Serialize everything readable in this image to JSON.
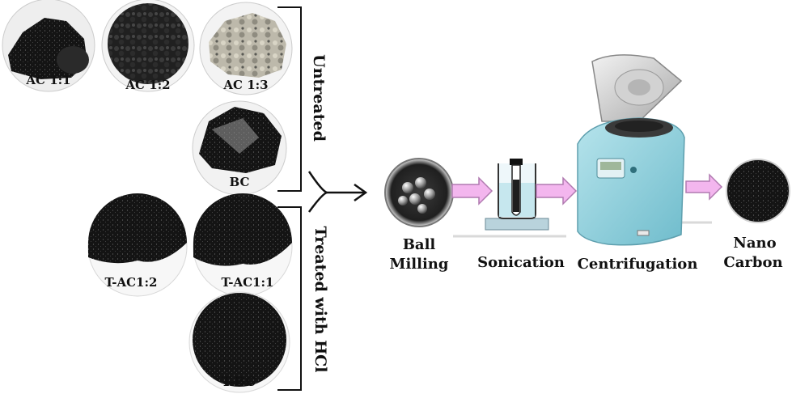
{
  "samples_untreated": [
    {
      "label": "AC 1:1"
    },
    {
      "label": "AC 1:2"
    },
    {
      "label": "AC 1:3"
    },
    {
      "label": "BC"
    }
  ],
  "samples_treated": [
    {
      "label": "T-AC1:2"
    },
    {
      "label": "T-AC1:1"
    },
    {
      "label": "T-BC"
    }
  ],
  "group_labels": {
    "untreated": "Untreated",
    "treated": "Treated with HCl"
  },
  "steps": {
    "ball_milling_line1": "Ball",
    "ball_milling_line2": "Milling",
    "sonication": "Sonication",
    "centrifugation": "Centrifugation",
    "nano_line1": "Nano",
    "nano_line2": "Carbon"
  },
  "colors": {
    "carbon_dark": "#1c1c1c",
    "ash_grey": "#b9b6a8",
    "arrow_fill": "#f3b6ee",
    "arrow_stroke": "#b07ab0",
    "centrifuge_body": "#8fd0dd"
  }
}
